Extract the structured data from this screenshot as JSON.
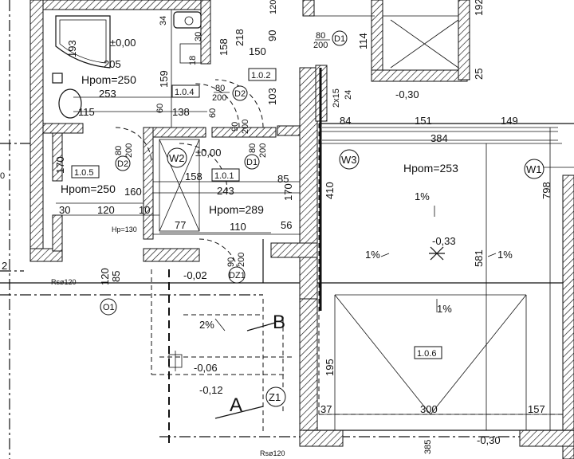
{
  "rooms": [
    {
      "id": "1.0.2",
      "height": ""
    },
    {
      "id": "1.0.4",
      "height": ""
    },
    {
      "id": "1.0.5",
      "height": "Hpom=250"
    },
    {
      "id": "1.0.1",
      "height": "Hpom=289"
    },
    {
      "id": "1.0.6",
      "height": "Hpom=253"
    }
  ],
  "bath_height": "Hpom=250",
  "elevations": [
    "±0,00",
    "±0,00",
    "-0,30",
    "-0,33",
    "-0,02",
    "-0,06",
    "-0,12",
    "-0,30"
  ],
  "slopes": [
    "1%",
    "1%",
    "1%",
    "1%",
    "2%"
  ],
  "wall_tags": [
    "W1",
    "W2",
    "W3"
  ],
  "door_tags": [
    "D1",
    "D1",
    "D2",
    "D2",
    "DZ1"
  ],
  "window_tags": [
    "O1",
    "Z1"
  ],
  "section_marks": [
    "A",
    "B"
  ],
  "notes": [
    "Hp=130",
    "Rsø120",
    "Rsø120",
    "2x15",
    "24"
  ],
  "door_sizes": [
    {
      "w": "80",
      "h": "200"
    },
    {
      "w": "80",
      "h": "200"
    },
    {
      "w": "80",
      "h": "200"
    },
    {
      "w": "90",
      "h": "200"
    },
    {
      "w": "80",
      "h": "200"
    },
    {
      "w": "90",
      "h": "200"
    }
  ],
  "dimensions": {
    "horizontal": [
      "205",
      "253",
      "115",
      "138",
      "150",
      "84",
      "151",
      "149",
      "384",
      "158",
      "243",
      "85",
      "160",
      "30",
      "120",
      "10",
      "77",
      "110",
      "56",
      "300",
      "37",
      "157"
    ],
    "vertical": [
      "193",
      "159",
      "158",
      "218",
      "90",
      "103",
      "114",
      "192",
      "25",
      "410",
      "798",
      "581",
      "170",
      "170",
      "120",
      "85",
      "195",
      "385",
      "60",
      "60",
      "34",
      "30",
      "18",
      "120"
    ]
  },
  "edge_marks": [
    "2",
    "0"
  ]
}
